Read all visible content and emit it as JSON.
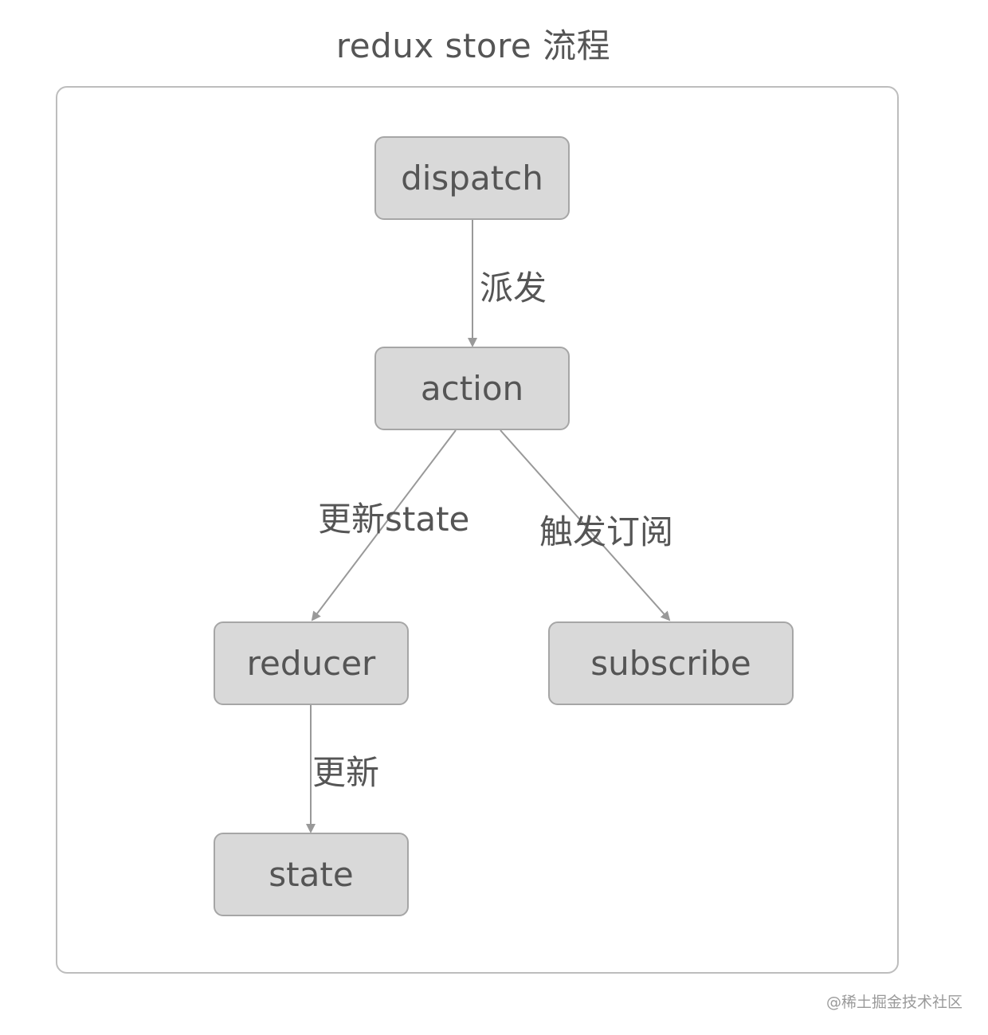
{
  "diagram": {
    "title": "redux store 流程",
    "nodes": {
      "dispatch": "dispatch",
      "action": "action",
      "reducer": "reducer",
      "subscribe": "subscribe",
      "state": "state"
    },
    "edges": {
      "dispatch_to_action": "派发",
      "action_to_reducer": "更新state",
      "action_to_subscribe": "触发订阅",
      "reducer_to_state": "更新"
    },
    "colors": {
      "node_fill": "#d9d9d9",
      "node_border": "#a6a6a6",
      "edge": "#999999",
      "text": "#555555",
      "frame": "#bdbdbd"
    }
  },
  "watermark": "@稀土掘金技术社区"
}
